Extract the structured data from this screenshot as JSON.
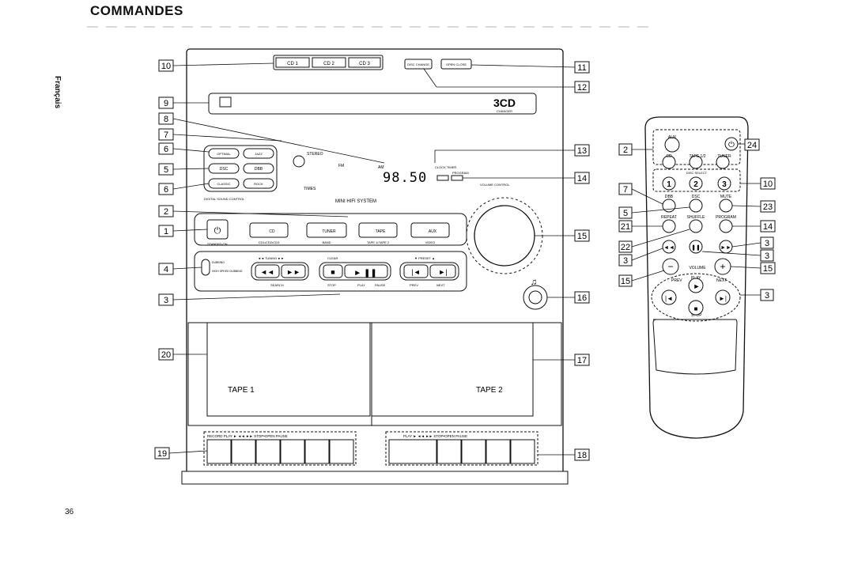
{
  "page": {
    "title": "COMMANDES",
    "side_tab": "Français",
    "page_number": "36"
  },
  "unit": {
    "model_label": "MINI HIFI SYSTEM",
    "changer_label": "3CD",
    "changer_sub": "CHANGER",
    "cd_buttons": [
      "CD 1",
      "CD 2",
      "CD 3"
    ],
    "disc_change": "DISC CHANGE",
    "open_close": "OPEN CLOSE",
    "display_freq": "98.50",
    "display_band": "FM",
    "display_am": "AM",
    "display_stereo": "STEREO",
    "display_times": "TIMES",
    "clock_timer": "CLOCK TIMER",
    "program": "PROGRAM",
    "volume_control": "VOLUME CONTROL",
    "digital_sound_control": "DIGITAL SOUND CONTROL",
    "dsc_buttons": [
      "OPTIMAL",
      "JAZZ",
      "DSC",
      "DBB",
      "CLASSIC",
      "ROCK"
    ],
    "source_buttons": [
      "CD",
      "TUNER",
      "TAPE",
      "AUX"
    ],
    "source_sub": [
      "CD1•CD2•CD3",
      "BAND",
      "TAPE 1•TAPE 2",
      "VIDEO"
    ],
    "standby_on": "STANDBY-ON",
    "dubbing": "DUBBING",
    "high_speed": "HIGH SPEED DUBBING",
    "tuning": "◄◄ TUNING ►►",
    "search": "SEARCH",
    "clear": "CLEAR",
    "stop": "STOP",
    "play": "PLAY",
    "pause": "PAUSE",
    "preset": "▼ PRESET ▲",
    "prev": "PREV",
    "next": "NEXT",
    "tape1": "TAPE 1",
    "tape2": "TAPE 2",
    "deck1_keys": "RECORD  PLAY ►    ◄◄      ►►   STOP•OPEN  PAUSE",
    "deck2_keys": "PLAY ►      ◄◄      ►►   STOP•OPEN  PAUSE"
  },
  "remote": {
    "aux": "AUX",
    "cd": "CD",
    "tape12": "TAPE 1/2",
    "tuner": "TUNER",
    "disc_select": "DISC SELECT",
    "discs": [
      "1",
      "2",
      "3"
    ],
    "dbb": "DBB",
    "dsc": "DSC",
    "mute": "MUTE",
    "repeat": "REPEAT",
    "shuffle": "SHUFFLE",
    "program": "PROGRAM",
    "volume": "VOLUME",
    "prev": "PREV",
    "play": "PLAY",
    "next": "NEXT",
    "stop": "STOP"
  },
  "callouts_left": [
    "10",
    "9",
    "8",
    "7",
    "6",
    "5",
    "6",
    "2",
    "1",
    "4",
    "3",
    "20",
    "19"
  ],
  "callouts_right": [
    "11",
    "12",
    "13",
    "14",
    "15",
    "16",
    "17",
    "18"
  ],
  "remote_callouts_left": [
    "2",
    "7",
    "5",
    "21",
    "22",
    "3",
    "15"
  ],
  "remote_callouts_right": [
    "24",
    "10",
    "23",
    "14",
    "3",
    "3",
    "15",
    "3"
  ]
}
